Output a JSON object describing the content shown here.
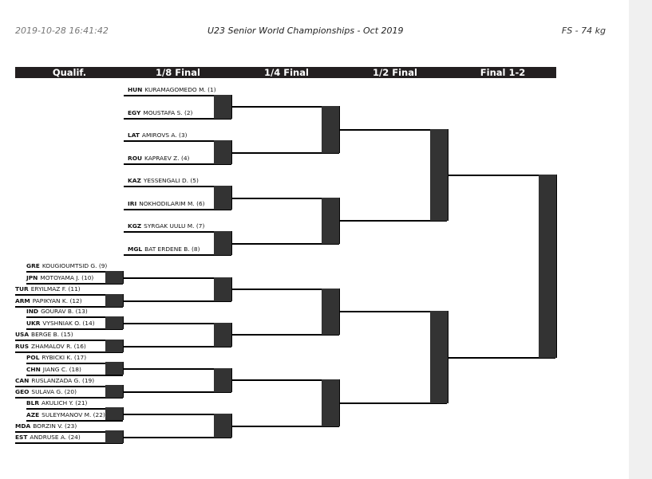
{
  "header": {
    "timestamp": "2019-10-28 16:41:42",
    "event": "U23 Senior World Championships - Oct 2019",
    "category": "FS - 74 kg"
  },
  "rounds": [
    "Qualif.",
    "1/8 Final",
    "1/4 Final",
    "1/2 Final",
    "Final 1-2"
  ],
  "eighths": [
    {
      "country": "HUN",
      "name": "KURAMAGOMEDO M. (1)"
    },
    {
      "country": "EGY",
      "name": "MOUSTAFA S. (2)"
    },
    {
      "country": "LAT",
      "name": "AMIROVS A. (3)"
    },
    {
      "country": "ROU",
      "name": "KAPRAEV Z. (4)"
    },
    {
      "country": "KAZ",
      "name": "YESSENGALI D. (5)"
    },
    {
      "country": "IRI",
      "name": "NOKHODILARIM M. (6)"
    },
    {
      "country": "KGZ",
      "name": "SYRGAK UULU M. (7)"
    },
    {
      "country": "MGL",
      "name": "BAT ERDENE B. (8)"
    }
  ],
  "qualifiers": [
    {
      "country": "GRE",
      "name": "KOUGIOUMTSID G. (9)"
    },
    {
      "country": "JPN",
      "name": "MOTOYAMA J. (10)"
    },
    {
      "country": "TUR",
      "name": "ERYILMAZ F. (11)"
    },
    {
      "country": "ARM",
      "name": "PAPIKYAN K. (12)"
    },
    {
      "country": "IND",
      "name": "GOURAV B. (13)"
    },
    {
      "country": "UKR",
      "name": "VYSHNIAK O. (14)"
    },
    {
      "country": "USA",
      "name": "BERGE B. (15)"
    },
    {
      "country": "RUS",
      "name": "ZHAMALOV R. (16)"
    },
    {
      "country": "POL",
      "name": "RYBICKI K. (17)"
    },
    {
      "country": "CHN",
      "name": "JIANG C. (18)"
    },
    {
      "country": "CAN",
      "name": "RUSLANZADA G. (19)"
    },
    {
      "country": "GEO",
      "name": "SULAVA G. (20)"
    },
    {
      "country": "BLR",
      "name": "AKULICH Y. (21)"
    },
    {
      "country": "AZE",
      "name": "SULEYMANOV M. (22)"
    },
    {
      "country": "MDA",
      "name": "BORZIN V. (23)"
    },
    {
      "country": "EST",
      "name": "ANDRUSE A. (24)"
    }
  ]
}
